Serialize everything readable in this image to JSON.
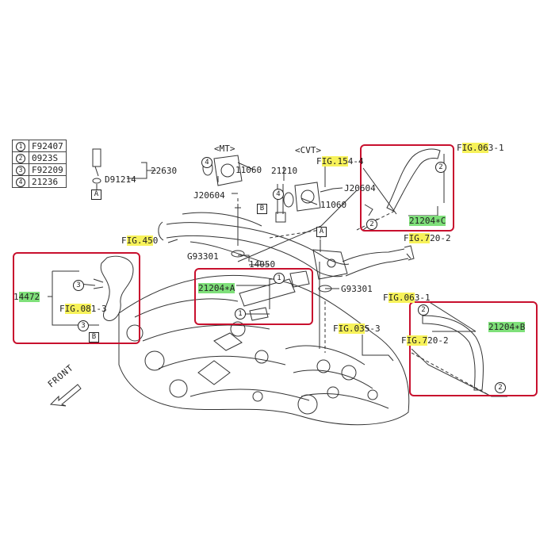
{
  "legend": [
    {
      "num": "1",
      "code": "F92407"
    },
    {
      "num": "2",
      "code": "0923S"
    },
    {
      "num": "3",
      "code": "F92209"
    },
    {
      "num": "4",
      "code": "21236"
    }
  ],
  "labels": {
    "p22630": "22630",
    "d91214": "D91214",
    "mt": "<MT>",
    "cvt": "<CVT>",
    "p11060a": "11060",
    "p11060b": "11060",
    "p21210": "21210",
    "j20604a": "J20604",
    "j20604b": "J20604",
    "g93301a": "G93301",
    "g93301b": "G93301",
    "p14050": "14050",
    "front": "FRONT"
  },
  "highlighted": {
    "fig154_pre": "F",
    "fig154_hl": "IG.15",
    "fig154_post": "4-4",
    "fig063a_pre": "F",
    "fig063a_hl": "IG.06",
    "fig063a_post": "3-1",
    "fig450_pre": "F",
    "fig450_hl": "IG.45",
    "fig450_post": "0",
    "fig720a_pre": "F",
    "fig720a_hl": "IG.7",
    "fig720a_post": "20-2",
    "fig081_pre": "F",
    "fig081_hl": "IG.08",
    "fig081_post": "1-3",
    "fig063b_pre": "F",
    "fig063b_hl": "IG.06",
    "fig063b_post": "3-1",
    "fig035_pre": "F",
    "fig035_hl": "IG.03",
    "fig035_post": "5-3",
    "fig720b_pre": "F",
    "fig720b_hl": "IG.7",
    "fig720b_post": "20-2",
    "p14472_pre": "1",
    "p14472_hl": "4472",
    "p14472_post": "",
    "p21204a_hl": "21204∗A",
    "p21204b_hl": "21204∗B",
    "p21204c_hl": "21204∗C"
  },
  "markers": {
    "a": "A",
    "b": "B",
    "c1": "1",
    "c2": "2",
    "c3": "3",
    "c4": "4"
  },
  "colors": {
    "highlight_yellow": "#f7f25a",
    "highlight_green": "#7fe07a",
    "box_red": "#c8102e"
  }
}
